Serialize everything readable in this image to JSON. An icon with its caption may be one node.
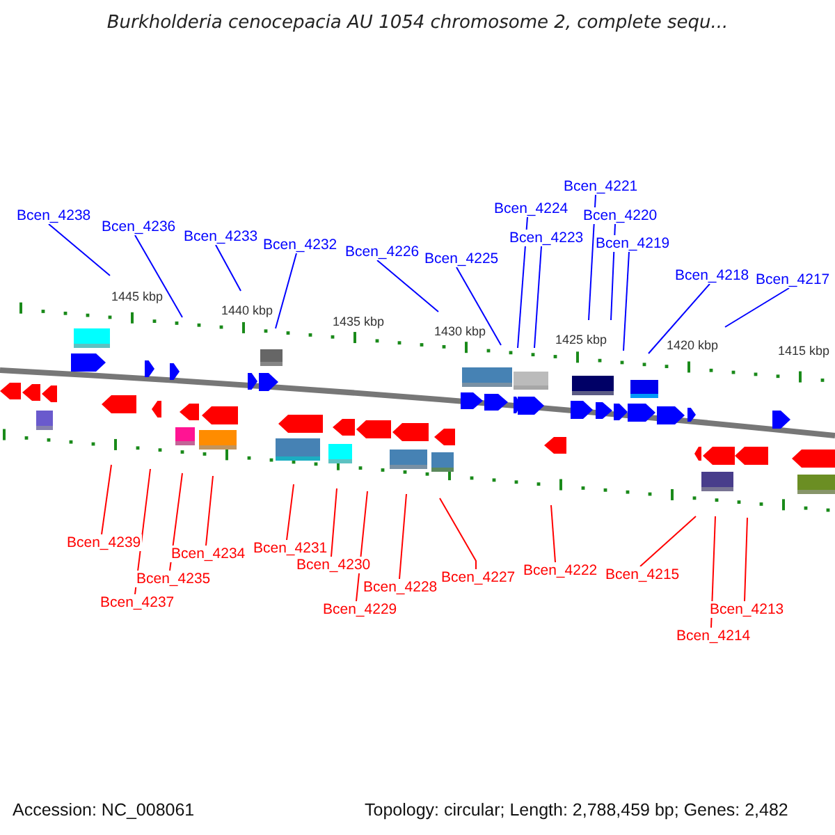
{
  "diagram": {
    "title": "Burkholderia cenocepacia AU 1054 chromosome 2, complete sequ...",
    "nodes": [
      {
        "text": [
          "Bcen_4238"
        ]
      },
      {
        "text": [
          "Bcen_4236"
        ]
      },
      {
        "text": [
          "Bcen_4233"
        ]
      },
      {
        "text": [
          "Bcen_4232"
        ]
      },
      {
        "text": [
          "Bcen_4226"
        ]
      },
      {
        "text": [
          "Bcen_4225"
        ]
      },
      {
        "text": [
          "Bcen_4224"
        ]
      },
      {
        "text": [
          "Bcen_4223"
        ]
      },
      {
        "text": [
          "Bcen_4221"
        ]
      },
      {
        "text": [
          "Bcen_4220"
        ]
      },
      {
        "text": [
          "Bcen_4219"
        ]
      },
      {
        "text": [
          "Bcen_4218"
        ]
      },
      {
        "text": [
          "Bcen_4217"
        ]
      },
      {
        "text": [
          "Bcen_4239"
        ]
      },
      {
        "text": [
          "Bcen_4237"
        ]
      },
      {
        "text": [
          "Bcen_4235"
        ]
      },
      {
        "text": [
          "Bcen_4234"
        ]
      },
      {
        "text": [
          "Bcen_4231"
        ]
      },
      {
        "text": [
          "Bcen_4230"
        ]
      },
      {
        "text": [
          "Bcen_4229"
        ]
      },
      {
        "text": [
          "Bcen_4228"
        ]
      },
      {
        "text": [
          "Bcen_4227"
        ]
      },
      {
        "text": [
          "Bcen_4222"
        ]
      },
      {
        "text": [
          "Bcen_4215"
        ]
      },
      {
        "text": [
          "Bcen_4214"
        ]
      },
      {
        "text": [
          "Bcen_4213"
        ]
      }
    ],
    "edges": [
      {
        "from": 0,
        "to": null,
        "arrow": "none",
        "color": "#0000ff"
      },
      {
        "from": 1,
        "to": null,
        "arrow": "none",
        "color": "#0000ff"
      },
      {
        "from": 2,
        "to": null,
        "arrow": "none",
        "color": "#0000ff"
      },
      {
        "from": 3,
        "to": null,
        "arrow": "none",
        "color": "#0000ff"
      },
      {
        "from": 4,
        "to": null,
        "arrow": "none",
        "color": "#0000ff"
      },
      {
        "from": 5,
        "to": null,
        "arrow": "none",
        "color": "#0000ff"
      },
      {
        "from": 6,
        "to": null,
        "arrow": "none",
        "color": "#0000ff"
      },
      {
        "from": 7,
        "to": null,
        "arrow": "none",
        "color": "#0000ff"
      },
      {
        "from": 8,
        "to": null,
        "arrow": "none",
        "color": "#0000ff"
      },
      {
        "from": 9,
        "to": null,
        "arrow": "none",
        "color": "#0000ff"
      },
      {
        "from": 10,
        "to": null,
        "arrow": "none",
        "color": "#0000ff"
      },
      {
        "from": 11,
        "to": null,
        "arrow": "none",
        "color": "#0000ff"
      },
      {
        "from": 12,
        "to": null,
        "arrow": "none",
        "color": "#0000ff"
      },
      {
        "from": 13,
        "to": null,
        "arrow": "none",
        "color": "#ff0000"
      },
      {
        "from": 14,
        "to": null,
        "arrow": "none",
        "color": "#ff0000"
      },
      {
        "from": 15,
        "to": null,
        "arrow": "none",
        "color": "#ff0000"
      },
      {
        "from": 16,
        "to": null,
        "arrow": "none",
        "color": "#ff0000"
      },
      {
        "from": 17,
        "to": null,
        "arrow": "none",
        "color": "#ff0000"
      },
      {
        "from": 18,
        "to": null,
        "arrow": "none",
        "color": "#ff0000"
      },
      {
        "from": 19,
        "to": null,
        "arrow": "none",
        "color": "#ff0000"
      },
      {
        "from": 20,
        "to": null,
        "arrow": "none",
        "color": "#ff0000"
      },
      {
        "from": 21,
        "to": null,
        "arrow": "none",
        "color": "#ff0000"
      },
      {
        "from": 22,
        "to": null,
        "arrow": "none",
        "color": "#ff0000"
      },
      {
        "from": 23,
        "to": null,
        "arrow": "none",
        "color": "#ff0000"
      },
      {
        "from": 24,
        "to": null,
        "arrow": "none",
        "color": "#ff0000"
      },
      {
        "from": 25,
        "to": null,
        "arrow": "none",
        "color": "#ff0000"
      }
    ],
    "labels": [
      "1445 kbp",
      "1440 kbp",
      "1435 kbp",
      "1430 kbp",
      "1425 kbp",
      "1420 kbp",
      "1415 kbp",
      "Accession: NC_008061",
      "Topology: circular; Length: 2,788,459 bp; Genes: 2,482"
    ]
  }
}
